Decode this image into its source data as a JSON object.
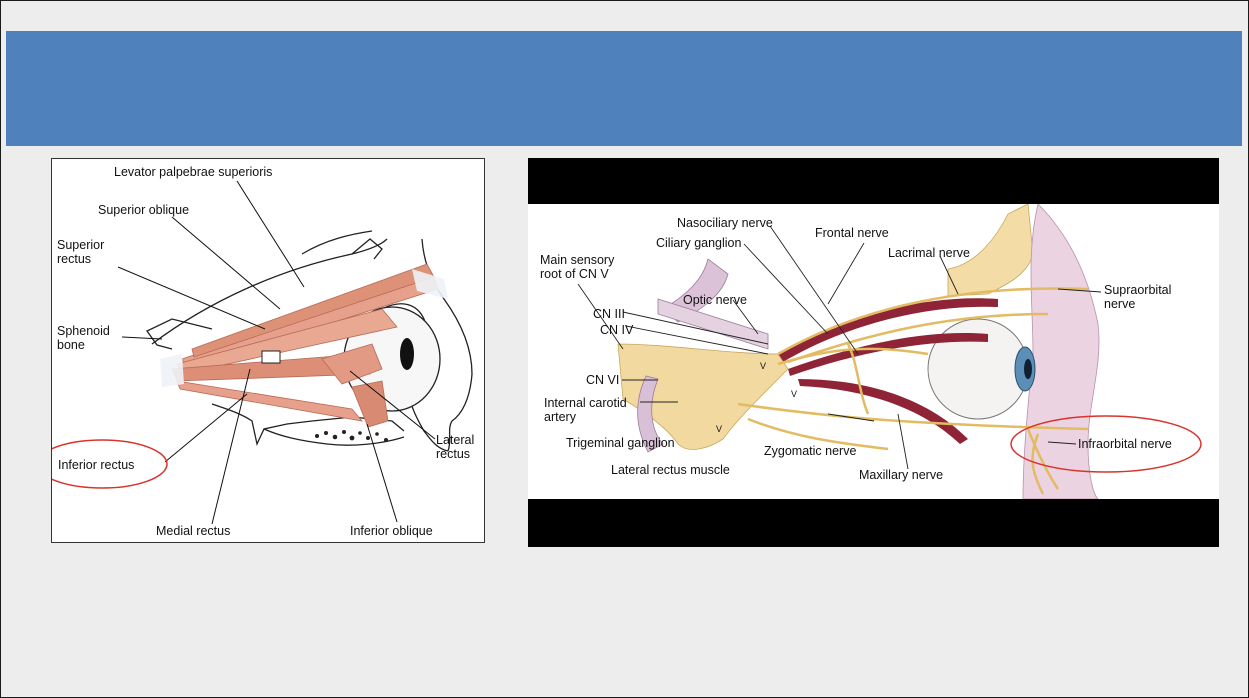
{
  "left_diagram": {
    "labels": {
      "levator": "Levator palpebrae superioris",
      "superior_oblique": "Superior oblique",
      "superior_rectus_1": "Superior",
      "superior_rectus_2": "rectus",
      "sphenoid_1": "Sphenoid",
      "sphenoid_2": "bone",
      "inferior_rectus": "Inferior rectus",
      "medial_rectus": "Medial rectus",
      "inferior_oblique": "Inferior oblique",
      "lateral_rectus_1": "Lateral",
      "lateral_rectus_2": "rectus"
    },
    "highlight_color": "#d9332b"
  },
  "right_diagram": {
    "labels": {
      "nasociliary": "Nasociliary nerve",
      "ciliary": "Ciliary ganglion",
      "frontal": "Frontal nerve",
      "lacrimal": "Lacrimal nerve",
      "main_sensory_1": "Main sensory",
      "main_sensory_2": "root of CN V",
      "optic": "Optic nerve",
      "cn3": "CN III",
      "cn4": "CN IV",
      "cn6": "CN VI",
      "internal_carotid_1": "Internal carotid",
      "internal_carotid_2": "artery",
      "trigeminal": "Trigeminal ganglion",
      "lateral_rectus_muscle": "Lateral rectus muscle",
      "zygomatic": "Zygomatic nerve",
      "maxillary": "Maxillary nerve",
      "supraorbital_1": "Supraorbital",
      "supraorbital_2": "nerve",
      "infraorbital": "Infraorbital nerve",
      "v1": "V",
      "v2": "V",
      "v3": "V"
    },
    "highlight_color": "#d9332b"
  },
  "colors": {
    "title_band": "#4f81bd",
    "slide_bg": "#ededed",
    "muscle": "#e6a08c",
    "nerve": "#e8c26e",
    "vessel": "#8e2436"
  }
}
